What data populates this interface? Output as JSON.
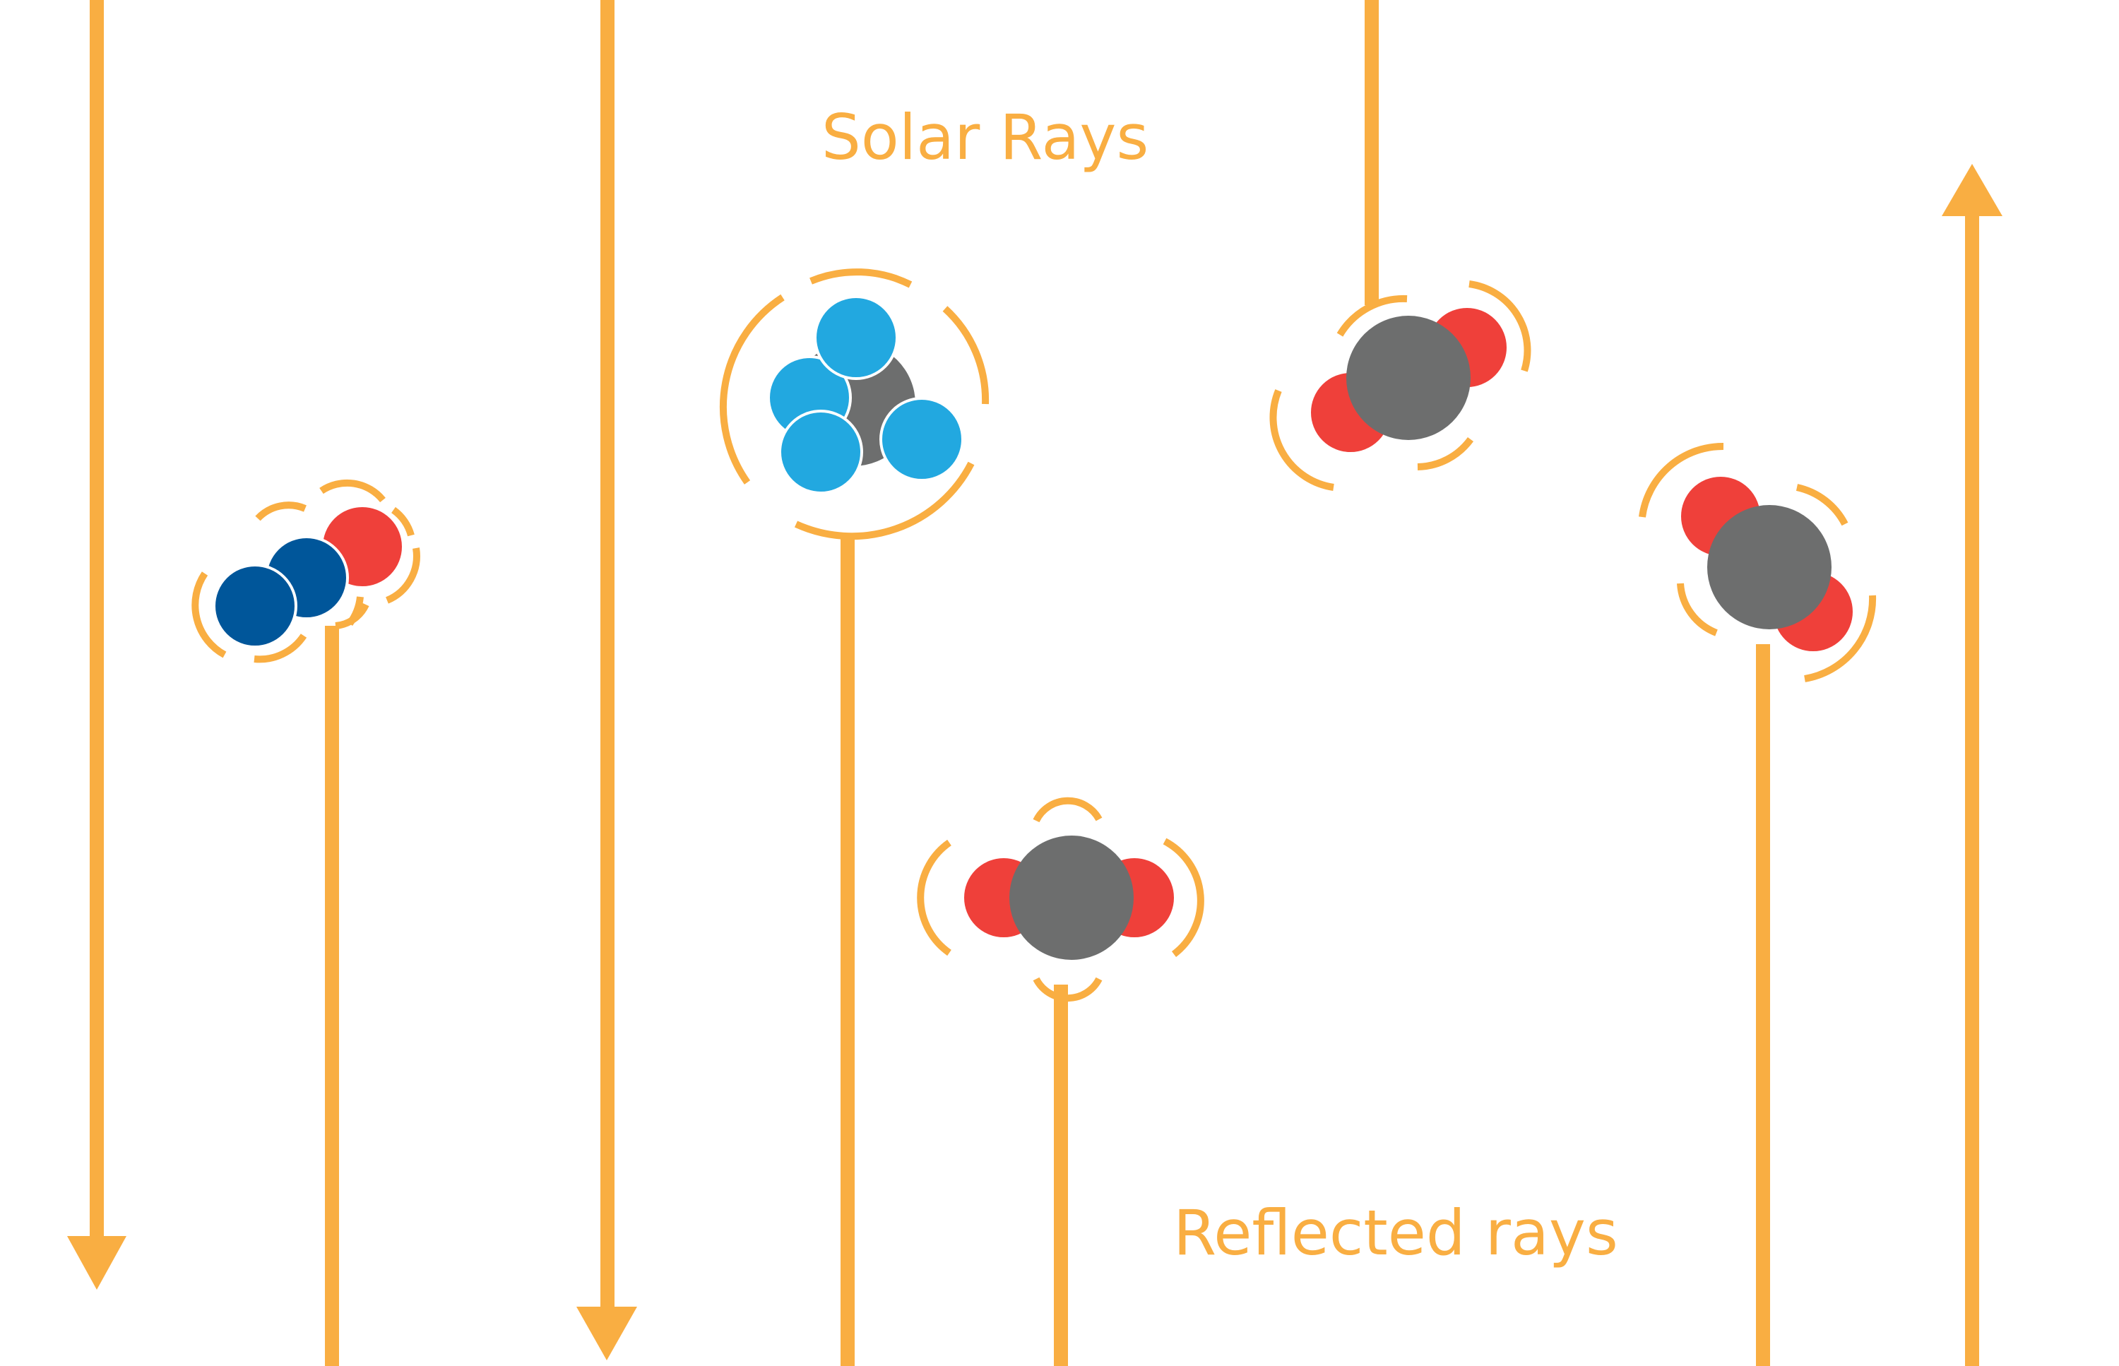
{
  "labels": {
    "solar_rays": "Solar Rays",
    "reflected_rays": "Reflected rays"
  },
  "colors": {
    "ray": "#F9AE42",
    "carbon": "#6D6E6E",
    "oxygen": "#EF403A",
    "hydrogen": "#22A8E0",
    "nitrogen": "#00569A",
    "background": "#FFFFFF"
  },
  "molecules": [
    {
      "name": "nitrous-oxide-molecule",
      "atoms": [
        "nitrogen",
        "nitrogen",
        "oxygen"
      ]
    },
    {
      "name": "methane-molecule",
      "atoms": [
        "carbon",
        "hydrogen",
        "hydrogen",
        "hydrogen",
        "hydrogen"
      ]
    },
    {
      "name": "carbon-dioxide-molecule-upper",
      "atoms": [
        "oxygen",
        "carbon",
        "oxygen"
      ]
    },
    {
      "name": "carbon-dioxide-molecule-center",
      "atoms": [
        "oxygen",
        "carbon",
        "oxygen"
      ]
    },
    {
      "name": "carbon-dioxide-molecule-right",
      "atoms": [
        "oxygen",
        "carbon",
        "oxygen"
      ]
    }
  ]
}
